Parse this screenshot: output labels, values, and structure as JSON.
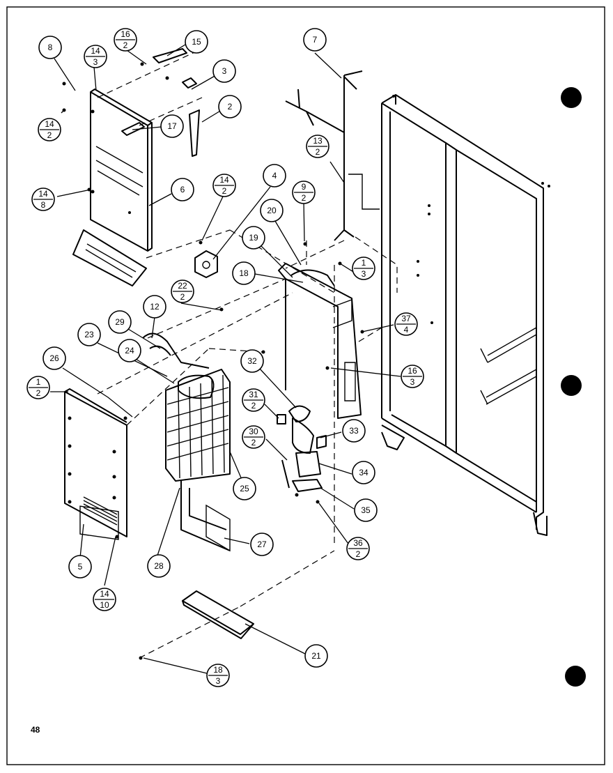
{
  "page_number": "48",
  "callouts": [
    {
      "id": "c8",
      "label": "8"
    },
    {
      "id": "c14-3",
      "num": "14",
      "den": "3"
    },
    {
      "id": "c16-2",
      "num": "16",
      "den": "2"
    },
    {
      "id": "c15",
      "label": "15"
    },
    {
      "id": "c3",
      "label": "3"
    },
    {
      "id": "c2",
      "label": "2"
    },
    {
      "id": "c17",
      "label": "17"
    },
    {
      "id": "c14-2a",
      "num": "14",
      "den": "2"
    },
    {
      "id": "c6",
      "label": "6"
    },
    {
      "id": "c14-8",
      "num": "14",
      "den": "8"
    },
    {
      "id": "c7",
      "label": "7"
    },
    {
      "id": "c13-2",
      "num": "13",
      "den": "2"
    },
    {
      "id": "c14-2b",
      "num": "14",
      "den": "2"
    },
    {
      "id": "c4",
      "label": "4"
    },
    {
      "id": "c9-2",
      "num": "9",
      "den": "2"
    },
    {
      "id": "c20",
      "label": "20"
    },
    {
      "id": "c19",
      "label": "19"
    },
    {
      "id": "c18",
      "label": "18"
    },
    {
      "id": "c1-3",
      "num": "1",
      "den": "3"
    },
    {
      "id": "c22-2",
      "num": "22",
      "den": "2"
    },
    {
      "id": "c12",
      "label": "12"
    },
    {
      "id": "c29",
      "label": "29"
    },
    {
      "id": "c23",
      "label": "23"
    },
    {
      "id": "c24",
      "label": "24"
    },
    {
      "id": "c37-4",
      "num": "37",
      "den": "4"
    },
    {
      "id": "c26",
      "label": "26"
    },
    {
      "id": "c32",
      "label": "32"
    },
    {
      "id": "c16-3",
      "num": "16",
      "den": "3"
    },
    {
      "id": "c1-2",
      "num": "1",
      "den": "2"
    },
    {
      "id": "c31-2",
      "num": "31",
      "den": "2"
    },
    {
      "id": "c33",
      "label": "33"
    },
    {
      "id": "c30-2",
      "num": "30",
      "den": "2"
    },
    {
      "id": "c34",
      "label": "34"
    },
    {
      "id": "c25",
      "label": "25"
    },
    {
      "id": "c35",
      "label": "35"
    },
    {
      "id": "c27",
      "label": "27"
    },
    {
      "id": "c36-2",
      "num": "36",
      "den": "2"
    },
    {
      "id": "c5",
      "label": "5"
    },
    {
      "id": "c28",
      "label": "28"
    },
    {
      "id": "c14-10",
      "num": "14",
      "den": "10"
    },
    {
      "id": "c21",
      "label": "21"
    },
    {
      "id": "c18-3",
      "num": "18",
      "den": "3"
    }
  ]
}
